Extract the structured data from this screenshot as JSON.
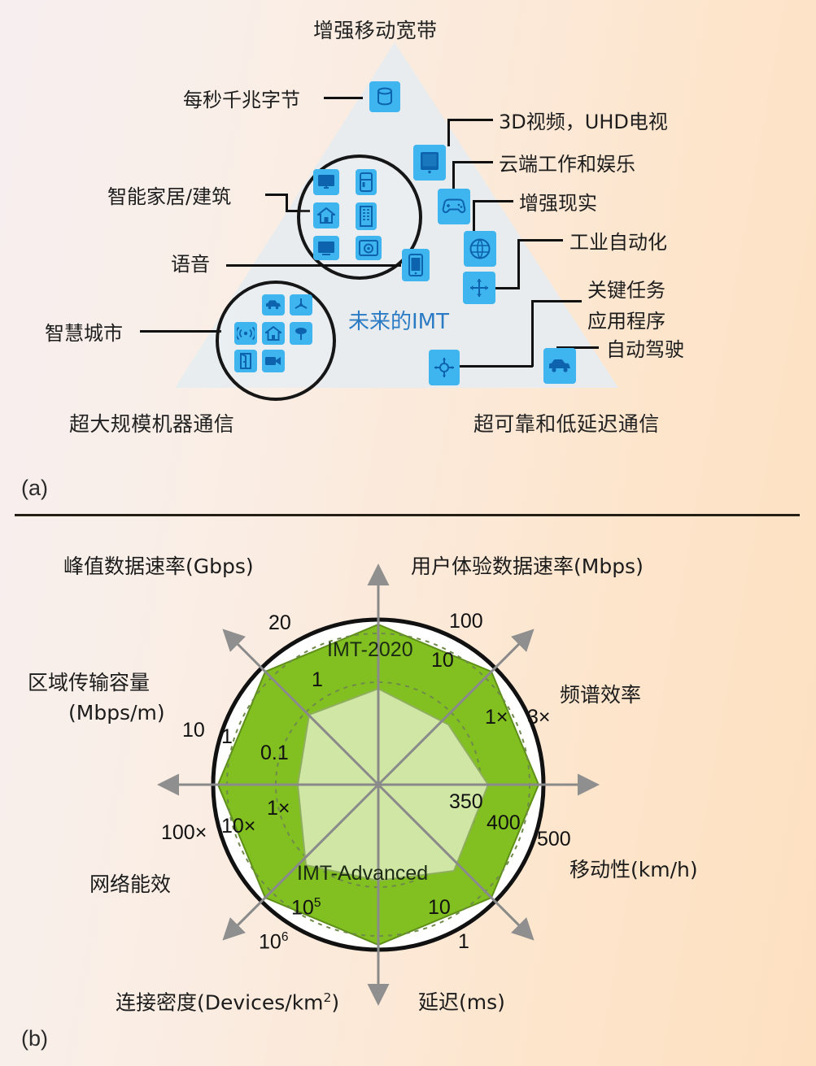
{
  "figure": {
    "panels": [
      {
        "id": "a",
        "letter": "(a)"
      },
      {
        "id": "b",
        "letter": "(b)"
      }
    ]
  },
  "panel_a": {
    "title_top": "增强移动宽带",
    "title_bottom_left": "超大规模机器通信",
    "title_bottom_right": "超可靠和低延迟通信",
    "center_text": "未来的IMT",
    "labels_left": [
      {
        "id": "gigabytes-per-second",
        "text": "每秒千兆字节",
        "icon": "database-icon"
      },
      {
        "id": "smart-home-building",
        "text": "智能家居/建筑",
        "icon": "cluster-icon"
      },
      {
        "id": "voice",
        "text": "语音",
        "icon": "smartphone-icon"
      },
      {
        "id": "smart-city",
        "text": "智慧城市",
        "icon": "cluster-icon"
      }
    ],
    "labels_right": [
      {
        "id": "3d-video-uhd-tv",
        "text": "3D视频，UHD电视",
        "icon": "tablet-icon"
      },
      {
        "id": "cloud-work-play",
        "text": "云端工作和娱乐",
        "icon": "gamepad-icon"
      },
      {
        "id": "augmented-reality",
        "text": "增强现实",
        "icon": "globe-icon"
      },
      {
        "id": "industrial-automation",
        "text": "工业自动化",
        "icon": "automation-icon"
      },
      {
        "id": "mission-critical-apps",
        "text": "关键任务",
        "text2": "应用程序",
        "icon": "roundabout-icon"
      },
      {
        "id": "self-driving",
        "text": "自动驾驶",
        "icon": "car-icon"
      }
    ],
    "smart_home_icons": [
      "monitor-icon",
      "appliance-icon",
      "house-icon",
      "building-icon",
      "tv-icon",
      "washer-icon"
    ],
    "smart_city_icons": [
      "car-icon",
      "windmill-icon",
      "signal-icon",
      "house-icon",
      "tree-icon",
      "door-icon",
      "camera-icon"
    ],
    "colors": {
      "icon_tile": "#3fb5ef",
      "icon_glyph": "#0d63ad",
      "center_text": "#2b7bc4",
      "triangle": "#e9edf0"
    }
  },
  "chart_data": {
    "type": "radar",
    "title": "",
    "series": [
      {
        "name": "IMT-2020",
        "color": "#7ec124",
        "values": [
          1.0,
          1.0,
          1.0,
          1.0,
          1.0,
          1.0,
          1.0,
          1.0
        ]
      },
      {
        "name": "IMT-Advanced",
        "color": "#c8e29a",
        "values": [
          0.6,
          0.61,
          0.68,
          0.75,
          0.6,
          0.52,
          0.5,
          0.57
        ]
      }
    ],
    "axes": [
      {
        "angle_deg": 90,
        "label": "峰值数据速率(Gbps)",
        "outer_tick": "20",
        "inner_tick": "1"
      },
      {
        "angle_deg": 45,
        "label": "用户体验数据速率(Mbps)",
        "outer_tick": "100",
        "inner_tick": "10"
      },
      {
        "angle_deg": 0,
        "label": "频谱效率",
        "outer_tick": "3×",
        "inner_tick": "1×"
      },
      {
        "angle_deg": -45,
        "label": "移动性(km/h)",
        "outer_tick": "500",
        "inner_tick": "350",
        "mid_tick": "400"
      },
      {
        "angle_deg": -90,
        "label": "延迟(ms)",
        "outer_tick": "1",
        "inner_tick": "10"
      },
      {
        "angle_deg": -135,
        "label": "连接密度(Devices/km2)",
        "outer_tick": "10^6",
        "inner_tick": "10^5"
      },
      {
        "angle_deg": 180,
        "label": "网络能效",
        "outer_tick": "100×",
        "inner_tick": "10×",
        "mid_tick": "1×"
      },
      {
        "angle_deg": 135,
        "label": "区域传输容量\n(Mbps/m)",
        "outer_tick": "10",
        "inner_tick": "1",
        "mid_tick": "0.1"
      }
    ],
    "ticks": {
      "peak_outer": "20",
      "peak_inner": "1",
      "ue_outer": "100",
      "ue_inner": "10",
      "spec_outer": "3×",
      "spec_inner": "1×",
      "mob_outer": "500",
      "mob_mid": "400",
      "mob_inner": "350",
      "lat_outer": "1",
      "lat_inner": "10",
      "dens_outer_base": "10",
      "dens_outer_exp": "6",
      "dens_inner_base": "10",
      "dens_inner_exp": "5",
      "eff_outer": "100×",
      "eff_mid": "10×",
      "eff_inner": "1×",
      "area_outer": "10",
      "area_mid": "1",
      "area_inner": "0.1"
    },
    "axis_titles": {
      "peak": "峰值数据速率(Gbps)",
      "user_experienced": "用户体验数据速率(Mbps)",
      "spectrum": "频谱效率",
      "mobility": "移动性(km/h)",
      "latency": "延迟(ms)",
      "density_line1": "连接密度(Devices/km",
      "density_sup": "2",
      "density_line2": ")",
      "efficiency": "网络能效",
      "area_cap_line1": "区域传输容量",
      "area_cap_line2": "(Mbps/m)"
    },
    "series_labels": {
      "outer": "IMT-2020",
      "inner": "IMT-Advanced"
    },
    "grid": {
      "rings": 3,
      "outer_circle": true,
      "dotted": true
    },
    "colors": {
      "outer_fill": "#81c020",
      "inner_fill": "#cce4a0",
      "circle_stroke": "#111111",
      "axis_stroke": "#8a9481"
    }
  }
}
